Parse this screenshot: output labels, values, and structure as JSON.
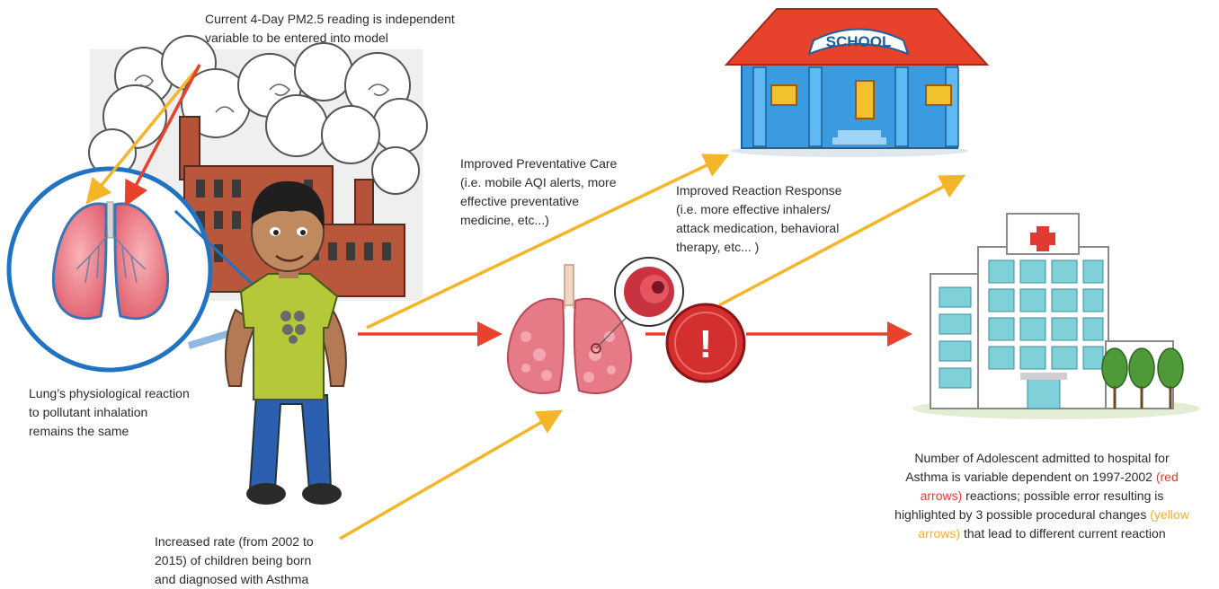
{
  "captions": {
    "pm25": [
      "Current 4-Day PM2.5 reading is independent",
      "variable to be entered into model"
    ],
    "lung_reaction": [
      "Lung’s physiological reaction",
      "to pollutant inhalation",
      "remains the same"
    ],
    "increased_rate": [
      "Increased rate (from 2002 to",
      "2015) of children being born",
      "and diagnosed with Asthma"
    ],
    "preventative_care": [
      "Improved  Preventative Care",
      "(i.e. mobile AQI alerts, more",
      "effective preventative",
      "medicine, etc...)"
    ],
    "reaction_response": [
      "Improved  Reaction Response",
      "(i.e. more effective inhalers/",
      "attack medication, behavioral",
      "therapy, etc... )"
    ],
    "outcome": {
      "line1": "Number of Adolescent admitted to hospital for",
      "line2": "Asthma is variable dependent  on 1997-2002",
      "red_label": "(red",
      "line3_red": "arrows)",
      "line3_rest": " reactions; possible error resulting is",
      "line4": "highlighted by 3 possible procedural changes ",
      "yellow_label": "(yellow",
      "line5_yellow": "arrows)",
      "line5_rest": "  that lead to different current reaction"
    }
  },
  "school_sign": "SCHOOL",
  "alert_symbol": "!",
  "colors": {
    "red_arrow": "#e8412c",
    "yellow_arrow": "#f4b529",
    "lung_circle": "#1f73c2",
    "school_roof": "#e8412c",
    "school_wall": "#3a9be0"
  },
  "icons": [
    "factory-smoke-icon",
    "boy-icon",
    "lungs-icon",
    "school-icon",
    "hospital-icon",
    "alert-icon"
  ]
}
